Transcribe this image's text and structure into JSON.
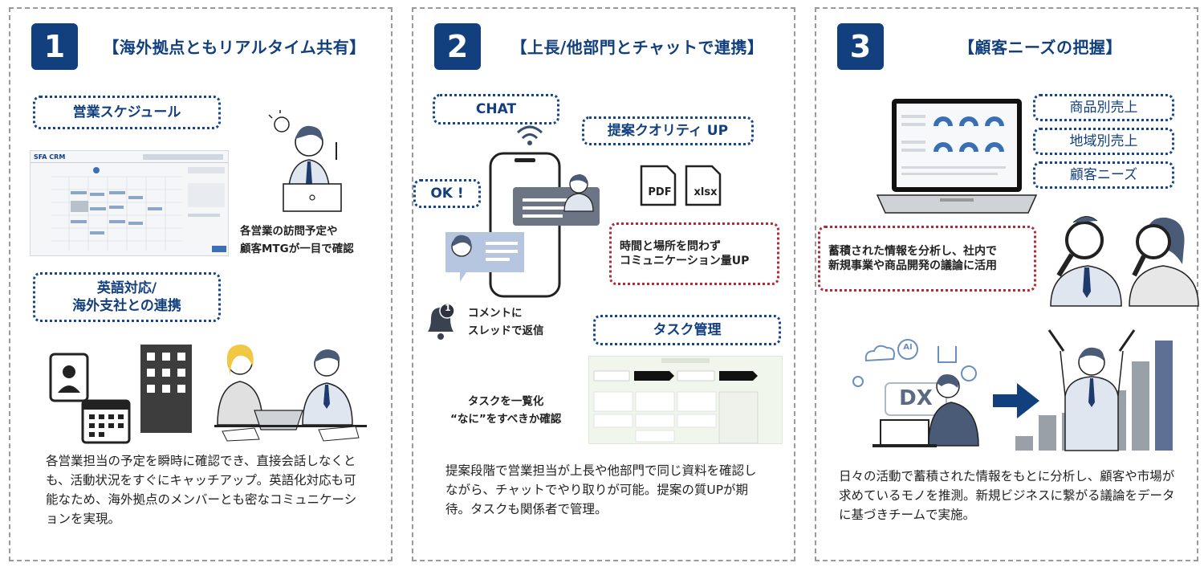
{
  "panels": [
    {
      "number": "1",
      "title": "【海外拠点ともリアルタイム共有】",
      "schedule_label": "営業スケジュール",
      "app_logo": "SFA CRM",
      "visit_note": [
        "各営業の訪問予定や",
        "顧客MTGが一目で確認"
      ],
      "english_label": [
        "英語対応/",
        "海外支社との連携"
      ],
      "description": "各営業担当の予定を瞬時に確認でき、直接会話しなくとも、活動状況をすぐにキャッチアップ。英語化対応も可能なため、海外拠点のメンバーとも密なコミュニケーションを実現。"
    },
    {
      "number": "2",
      "title": "【上長/他部門とチャットで連携】",
      "chat_label": "CHAT",
      "ok_label": "OK !",
      "quality_label": "提案クオリティ UP",
      "file_pdf": "PDF",
      "file_xlsx": "xlsx",
      "anytime_note": [
        "時間と場所を問わず",
        "コミュニケーション量UP"
      ],
      "notification_count": "1",
      "comment_note": [
        "コメントに",
        "スレッドで返信"
      ],
      "task_label": "タスク管理",
      "task_note": [
        "タスクを一覧化",
        "“なに”をすべきか確認"
      ],
      "description": "提案段階で営業担当が上長や他部門で同じ資料を確認しながら、チャットでやり取りが可能。提案の質UPが期待。タスクも関係者で管理。"
    },
    {
      "number": "3",
      "title": "【顧客ニーズの把握】",
      "tags": [
        "商品別売上",
        "地域別売上",
        "顧客ニーズ"
      ],
      "analysis_note": [
        "蓄積された情報を分析し、社内で",
        "新規事業や商品開発の議論に活用"
      ],
      "dx_label": "DX",
      "ai_label": "AI",
      "description": "日々の活動で蓄積された情報をもとに分析し、顧客や市場が求めているモノを推測。新規ビジネスに繋がる議論をデータに基づきチームで実施。"
    }
  ],
  "colors": {
    "navy": "#12407f",
    "red": "#b02a3a",
    "gray": "#9a9a9a",
    "bar": "#6b7f9c"
  },
  "bar_levels": [
    0.12,
    0.29,
    0.31,
    0.41,
    0.5,
    0.74,
    0.91
  ]
}
